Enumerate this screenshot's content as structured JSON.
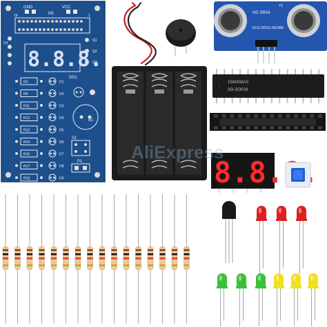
{
  "pcb": {
    "header_label": "M1",
    "gnd_label": "GND",
    "vcc_label": "VCC",
    "display_label": "DS1",
    "display_digits": "8.8.8.",
    "resistor_labels": [
      "R3",
      "R9",
      "R11",
      "R12",
      "R13",
      "R14",
      "R16",
      "R17",
      "R18"
    ],
    "led_labels": [
      "D1",
      "D2",
      "D3",
      "D4",
      "D5",
      "D6",
      "D7",
      "D8",
      "D9"
    ],
    "buzzer_label": "B1",
    "switch_label": "S1",
    "power_label": "P1",
    "header_pin_numbers": [
      "16",
      "1"
    ],
    "side_labels": [
      "U2",
      "Q1",
      "Q2",
      "Q3"
    ]
  },
  "sensor": {
    "model_text": "HC-SR04",
    "sub_text": "ECS.ODOU.NEOBE",
    "pin_label": "Y1"
  },
  "chip": {
    "line1": "15W408AS",
    "line2": "35I-SOP28"
  },
  "seven_segment": {
    "digits": "8.8.8."
  },
  "watermark": {
    "text": "AliExpress"
  },
  "resistor_count": 16,
  "leds_red_count": 3,
  "leds_green_count": 3,
  "leds_yellow_count": 3,
  "colors": {
    "pcb_blue": "#1d4f8c",
    "sensor_blue": "#2456b0",
    "led_red": "#e02020",
    "led_green": "#3cc03c",
    "led_yellow": "#f0e020",
    "resistor_body": "#e8c9a0",
    "chip_black": "#1c1c1c",
    "digit_red": "#ff2a2a",
    "button_blue": "#1e5fd8"
  }
}
